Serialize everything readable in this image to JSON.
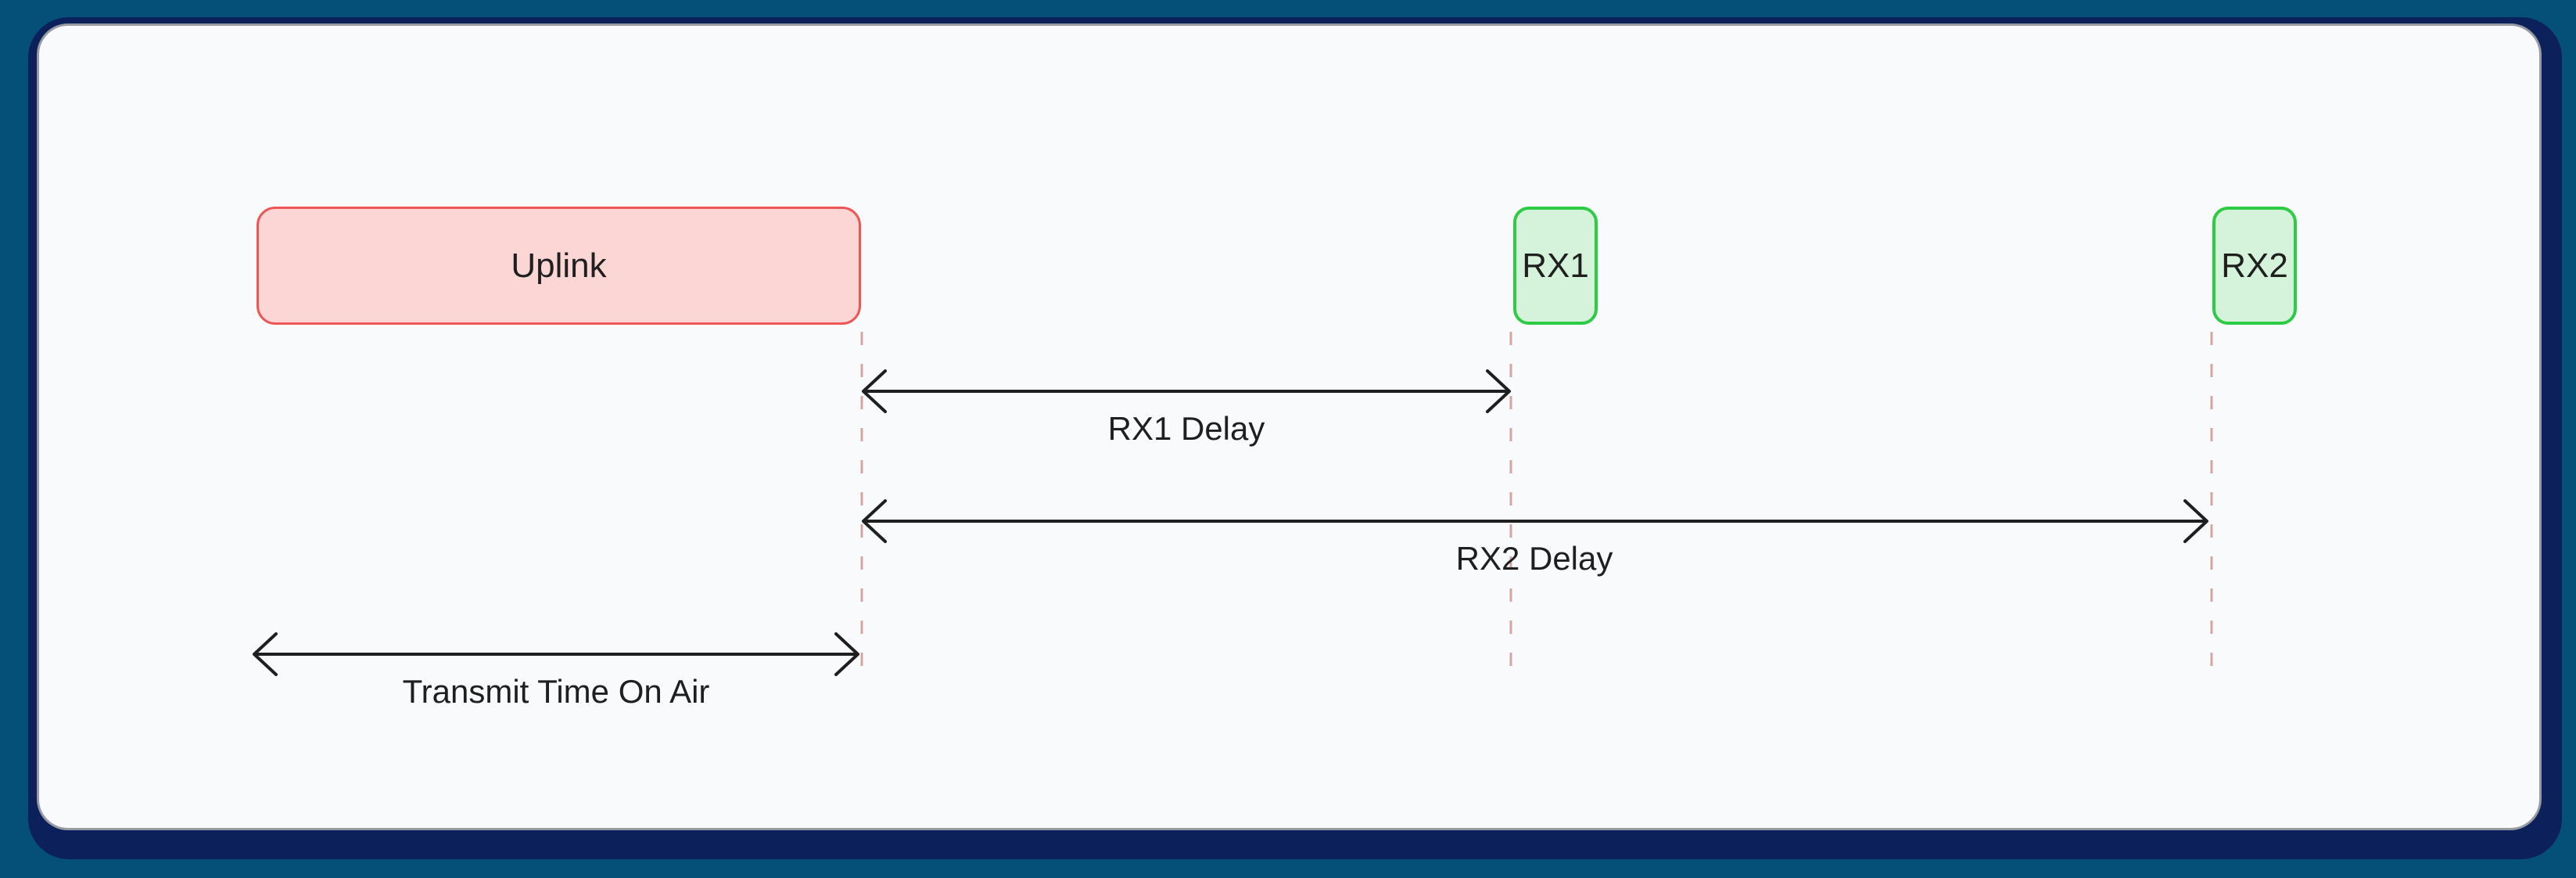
{
  "diagram": {
    "nodes": {
      "uplink": {
        "label": "Uplink"
      },
      "rx1": {
        "label": "RX1"
      },
      "rx2": {
        "label": "RX2"
      }
    },
    "annotations": {
      "rx1_delay": {
        "label": "RX1 Delay"
      },
      "rx2_delay": {
        "label": "RX2 Delay"
      },
      "transmit_time": {
        "label": "Transmit Time On Air"
      }
    }
  },
  "colors": {
    "canvas_outer": "#045078",
    "canvas_frame": "#0c215c",
    "panel_bg": "#f8fafc",
    "panel_border": "#969aa1",
    "uplink_fill": "#fcd5d5",
    "uplink_border": "#ee5656",
    "rx_fill": "#d5f2da",
    "rx_border": "#2ecb45",
    "dashed_line": "#d4a5a5",
    "arrow": "#1f1f1f",
    "text": "#1f1f1f"
  }
}
